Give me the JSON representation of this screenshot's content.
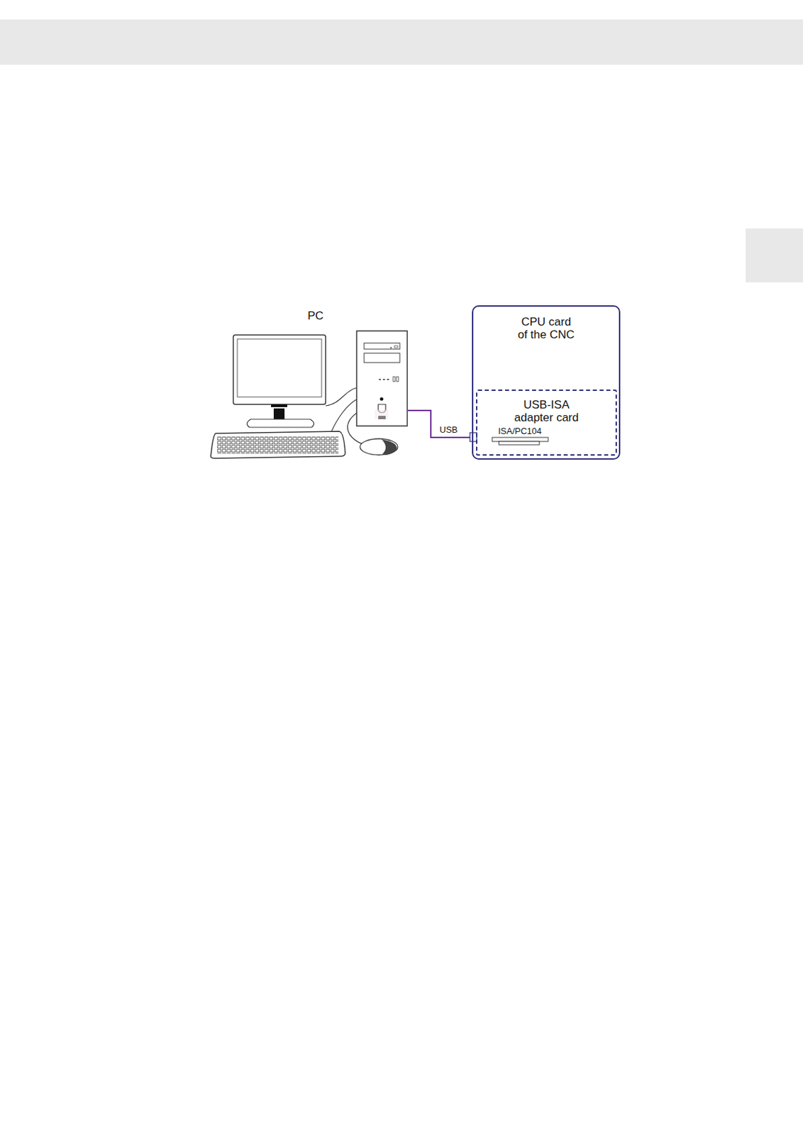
{
  "diagram": {
    "nodes": [
      {
        "text": [
          "PC"
        ]
      },
      {
        "text": [
          "CPU card of the CNC"
        ]
      },
      {
        "text": [
          "USB-ISA adapter card"
        ],
        "in": 1
      }
    ],
    "edges": [
      {
        "from": 0,
        "to": 2,
        "arrow": "none",
        "label": "USB"
      }
    ],
    "labels": [
      "ISA/PC104"
    ]
  }
}
